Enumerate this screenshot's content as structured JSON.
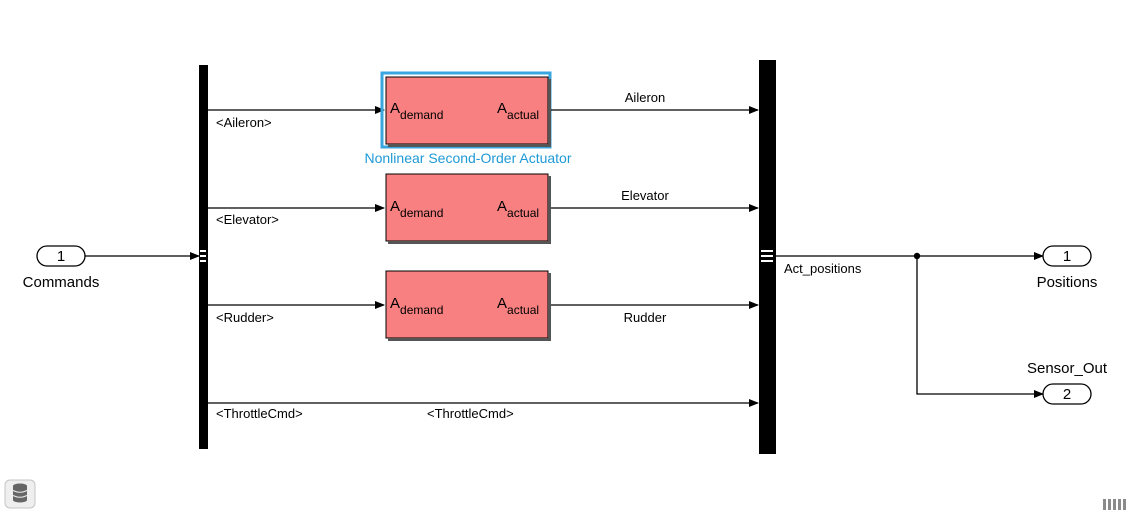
{
  "diagram": {
    "inport": {
      "number": "1",
      "name": "Commands"
    },
    "signals": {
      "aileron_in": "<Aileron>",
      "elevator_in": "<Elevator>",
      "rudder_in": "<Rudder>",
      "throttle_in": "<ThrottleCmd>",
      "throttle_pass": "<ThrottleCmd>",
      "aileron_out": "Aileron",
      "elevator_out": "Elevator",
      "rudder_out": "Rudder",
      "bus_out": "Act_positions"
    },
    "actuator_block": {
      "name": "Nonlinear Second-Order Actuator",
      "input_main": "A",
      "input_sub": "demand",
      "output_main": "A",
      "output_sub": "actual"
    },
    "outports": [
      {
        "number": "1",
        "name": "Positions"
      },
      {
        "number": "2",
        "name": "Sensor_Out"
      }
    ],
    "colors": {
      "block_fill": "#f88080",
      "selection": "#3aa6e0",
      "name_label": "#1e9ad6"
    },
    "icons": [
      "data-store-icon",
      "status-bar-grip-icon"
    ]
  }
}
